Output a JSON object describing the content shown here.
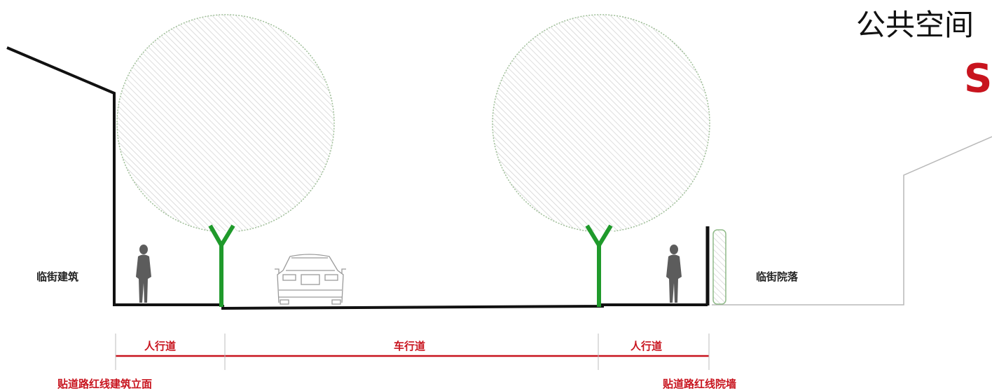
{
  "title": "公共空间",
  "subtitle": "S",
  "labels": {
    "left_building": "临街建筑",
    "right_courtyard": "临街院落",
    "sidewalk_left": "人行道",
    "roadway": "车行道",
    "sidewalk_right": "人行道",
    "left_frontage": "贴道路红线建筑立面",
    "right_frontage": "贴道路红线院墙"
  },
  "colors": {
    "accent_red": "#c8141e",
    "tree_trunk": "#1f9a2b",
    "tree_crown_outline": "#8fba88",
    "hatch": "#c9c9c9",
    "ground": "#111111",
    "figure": "#5c5c5c",
    "courtyard_outline": "#b5b5b5"
  },
  "icons": [
    "building-outline-icon",
    "tree-icon",
    "person-icon",
    "car-icon",
    "hedge-icon",
    "courtyard-outline-icon"
  ]
}
